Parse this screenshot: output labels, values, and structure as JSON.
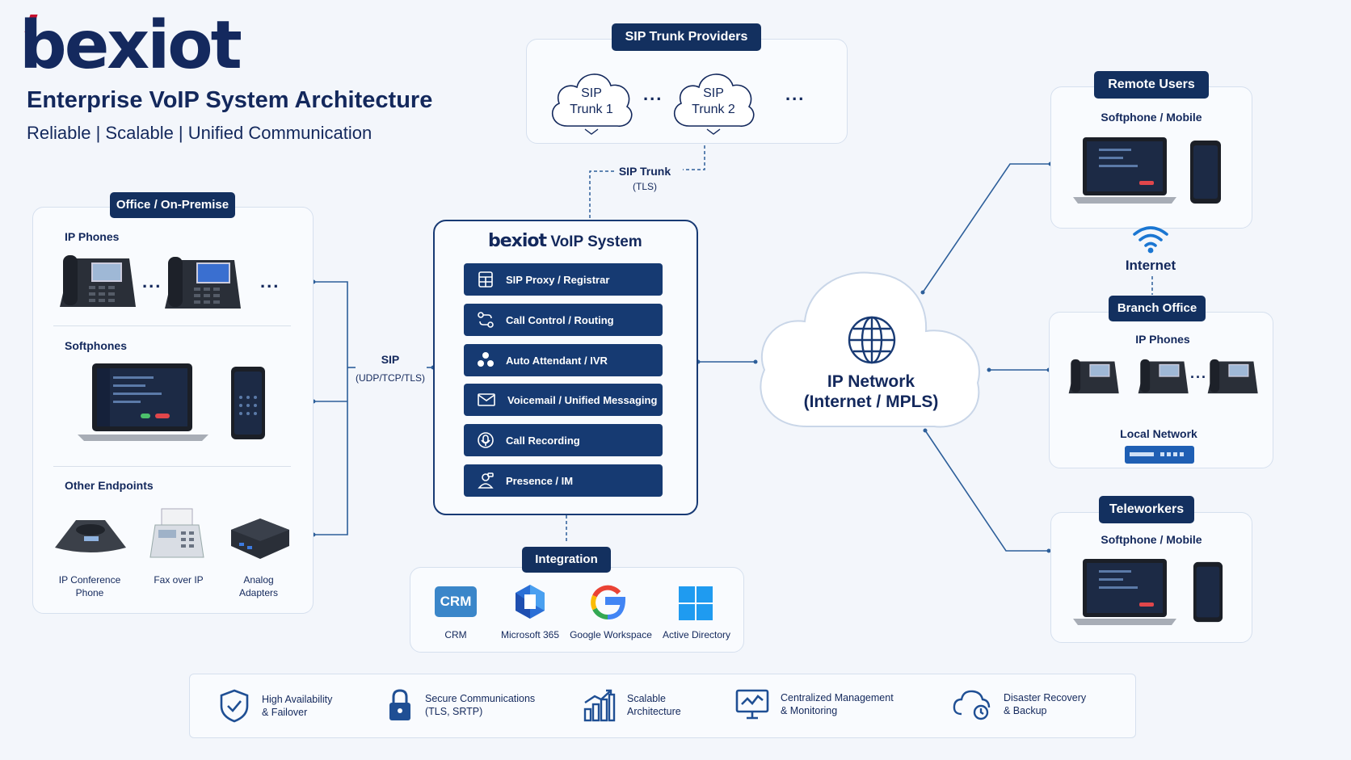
{
  "header": {
    "logo": "bexiot",
    "title": "Enterprise VoIP System Architecture",
    "subtitle": "Reliable | Scalable | Unified Communication"
  },
  "sip_trunk_providers": {
    "title": "SIP Trunk Providers",
    "trunk1": [
      "SIP",
      "Trunk 1"
    ],
    "trunk2": [
      "SIP",
      "Trunk 2"
    ],
    "ellipsis": "..."
  },
  "sip_trunk_link": {
    "label": "SIP Trunk",
    "sub": "(TLS)"
  },
  "office": {
    "title": "Office / On-Premise",
    "ip_phones": "IP Phones",
    "softphones": "Softphones",
    "other_endpoints": "Other Endpoints",
    "endpoints": [
      [
        "IP Conference",
        "Phone"
      ],
      [
        "Fax over IP"
      ],
      [
        "Analog",
        "Adapters"
      ]
    ],
    "ellipsis": "..."
  },
  "sip_link": {
    "label": "SIP",
    "sub": "(UDP/TCP/TLS)"
  },
  "voip_system": {
    "brand": "bexiot",
    "title": "VoIP System",
    "modules": [
      {
        "label": "SIP Proxy / Registrar",
        "icon": "server-icon"
      },
      {
        "label": "Call Control / Routing",
        "icon": "routing-icon"
      },
      {
        "label": "Auto Attendant / IVR",
        "icon": "ivr-icon"
      },
      {
        "label": "Voicemail / Unified Messaging",
        "icon": "envelope-icon"
      },
      {
        "label": "Call Recording",
        "icon": "microphone-icon"
      },
      {
        "label": "Presence / IM",
        "icon": "presence-icon"
      }
    ]
  },
  "integration": {
    "title": "Integration",
    "items": [
      "CRM",
      "Microsoft 365",
      "Google Workspace",
      "Active Directory"
    ],
    "crm_badge": "CRM"
  },
  "ip_network": {
    "line1": "IP Network",
    "line2": "(Internet / MPLS)"
  },
  "remote_users": {
    "title": "Remote Users",
    "subtitle": "Softphone / Mobile"
  },
  "internet": {
    "label": "Internet"
  },
  "branch_office": {
    "title": "Branch Office",
    "ip_phones": "IP Phones",
    "local_network": "Local Network",
    "ellipsis": "..."
  },
  "teleworkers": {
    "title": "Teleworkers",
    "subtitle": "Softphone / Mobile"
  },
  "features": [
    {
      "line1": "High Availability",
      "line2": "& Failover",
      "icon": "shield-check-icon"
    },
    {
      "line1": "Secure Communications",
      "line2": "(TLS, SRTP)",
      "icon": "lock-icon"
    },
    {
      "line1": "Scalable",
      "line2": "Architecture",
      "icon": "bar-chart-icon"
    },
    {
      "line1": "Centralized Management",
      "line2": "& Monitoring",
      "icon": "monitor-icon"
    },
    {
      "line1": "Disaster Recovery",
      "line2": "& Backup",
      "icon": "cloud-backup-icon"
    }
  ],
  "colors": {
    "navy": "#13305f",
    "module_blue": "#163a72",
    "wire_blue": "#2d5f9a",
    "background": "#f3f6fb",
    "brand_red": "#c8102e"
  }
}
